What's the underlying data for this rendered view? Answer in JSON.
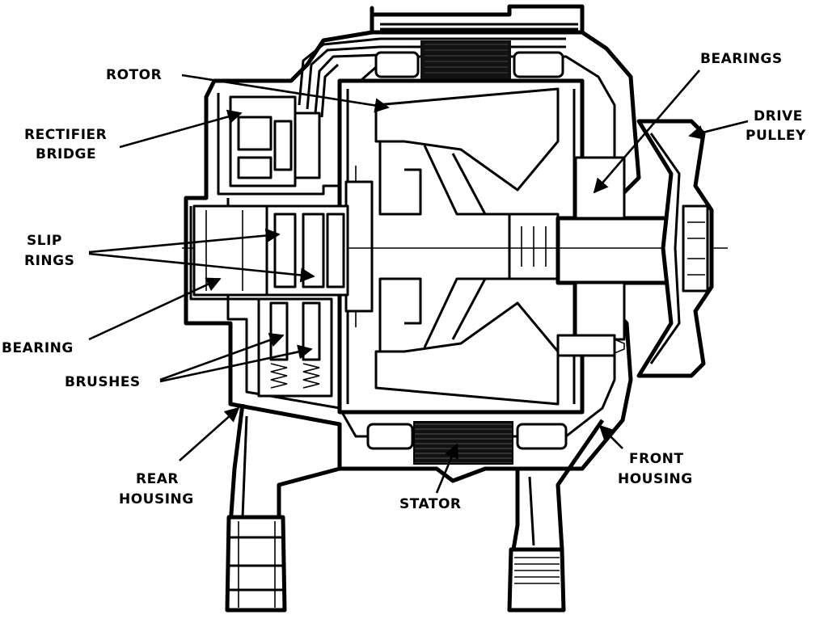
{
  "labels": {
    "rotor": "ROTOR",
    "rectifier_1": "RECTIFIER",
    "rectifier_2": "BRIDGE",
    "slip_1": "SLIP",
    "slip_2": "RINGS",
    "bearing": "BEARING",
    "brushes": "BRUSHES",
    "rear_1": "REAR",
    "rear_2": "HOUSING",
    "stator": "STATOR",
    "front_1": "FRONT",
    "front_2": "HOUSING",
    "bearings": "BEARINGS",
    "drive_1": "DRIVE",
    "drive_2": "PULLEY"
  }
}
